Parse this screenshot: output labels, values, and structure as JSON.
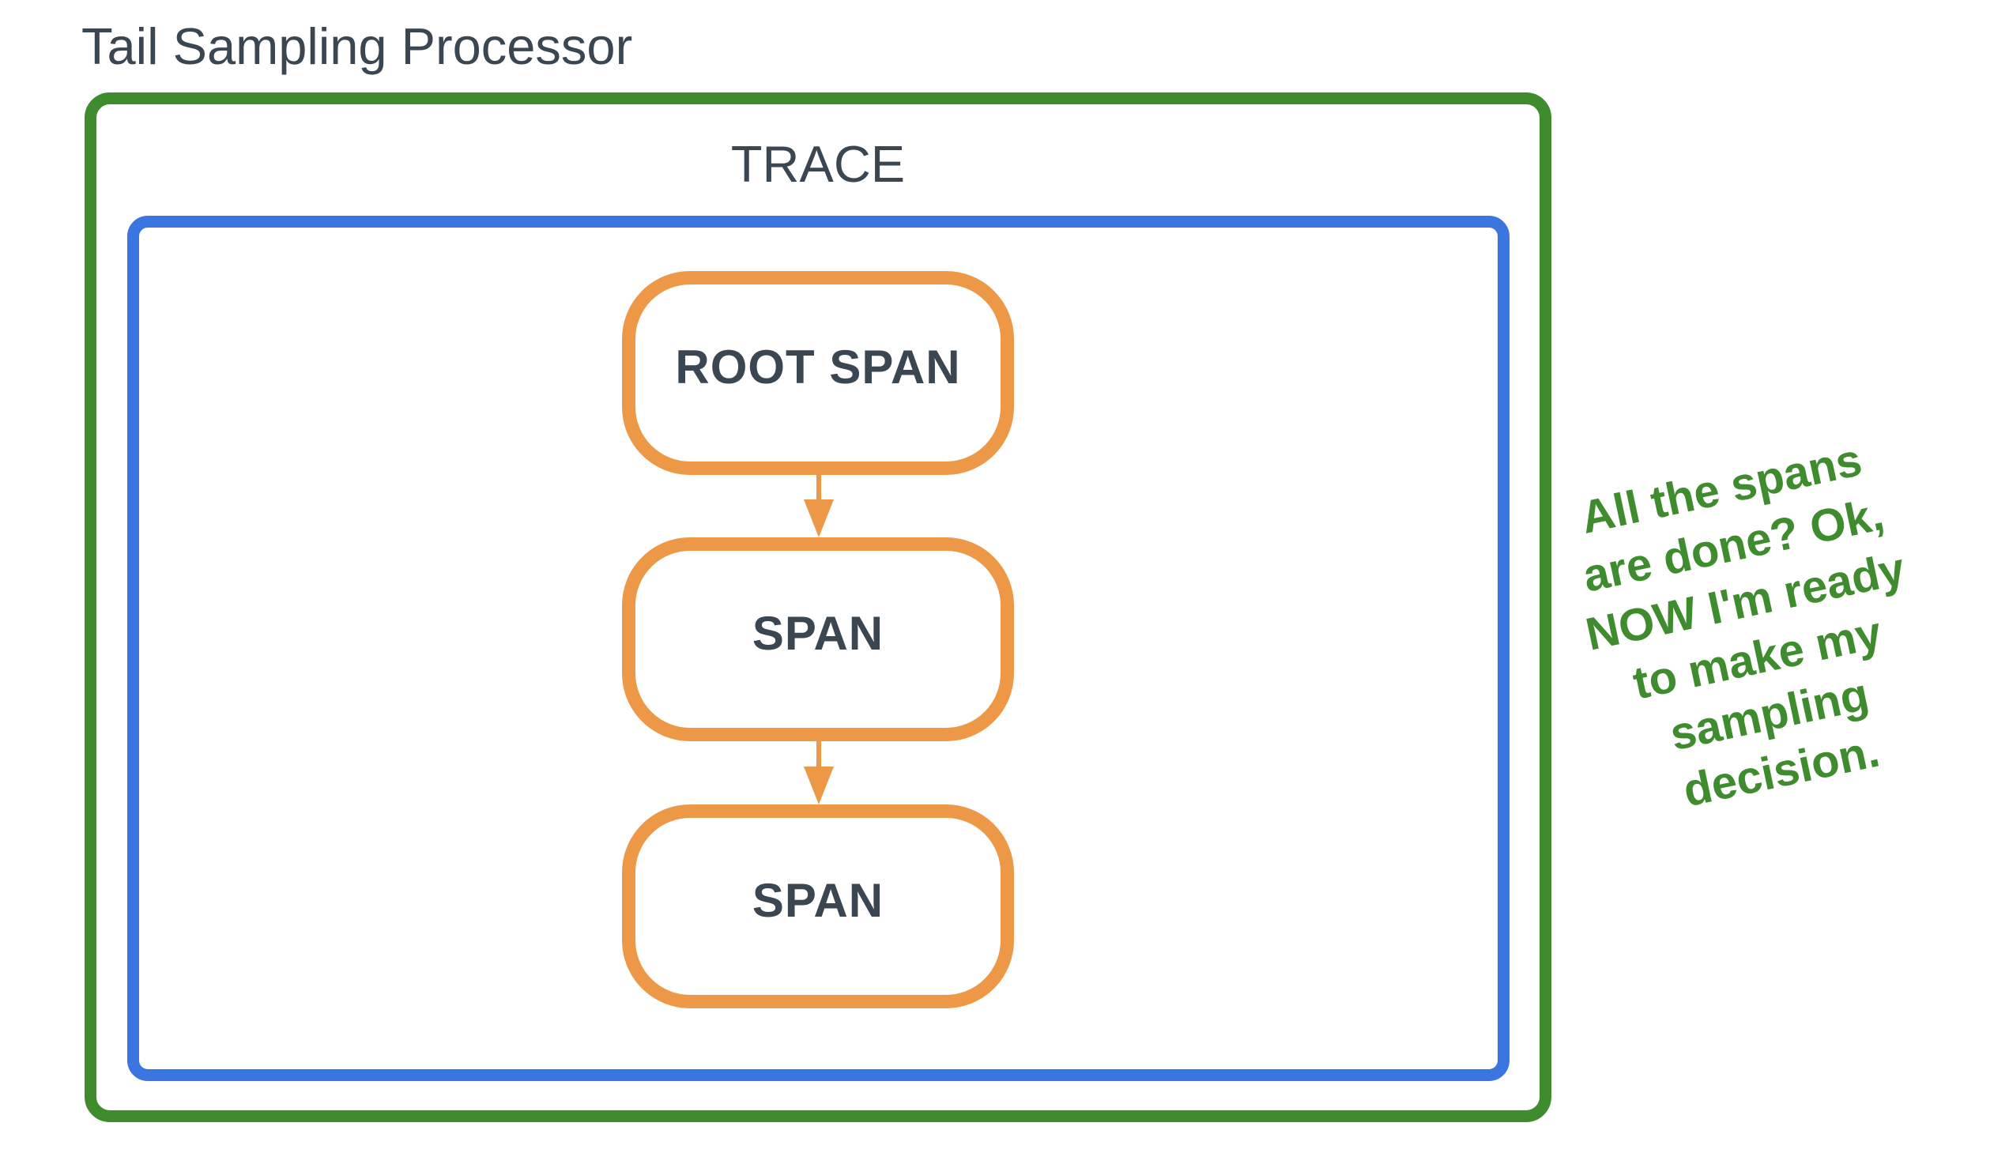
{
  "diagram": {
    "title": "Tail Sampling Processor"
  },
  "trace": {
    "label": "TRACE",
    "spans": [
      {
        "label": "ROOT SPAN"
      },
      {
        "label": "SPAN"
      },
      {
        "label": "SPAN"
      }
    ],
    "connectors": [
      {
        "name": "root-to-span",
        "direction": "down"
      },
      {
        "name": "span-to-span",
        "direction": "down"
      }
    ]
  },
  "annotation": {
    "lines": [
      "All the spans",
      "are done? Ok,",
      "NOW I'm ready",
      "to make my",
      "sampling",
      "decision."
    ],
    "rotation_deg": -12
  },
  "colors": {
    "processor_border_green": "#3F8C2F",
    "trace_border_blue": "#3B76E0",
    "span_border_orange": "#EC9847",
    "arrow_orange": "#EC9847",
    "text_dark": "#3A4651",
    "annotation_green": "#3F8C2F",
    "background": "#FFFFFF"
  }
}
